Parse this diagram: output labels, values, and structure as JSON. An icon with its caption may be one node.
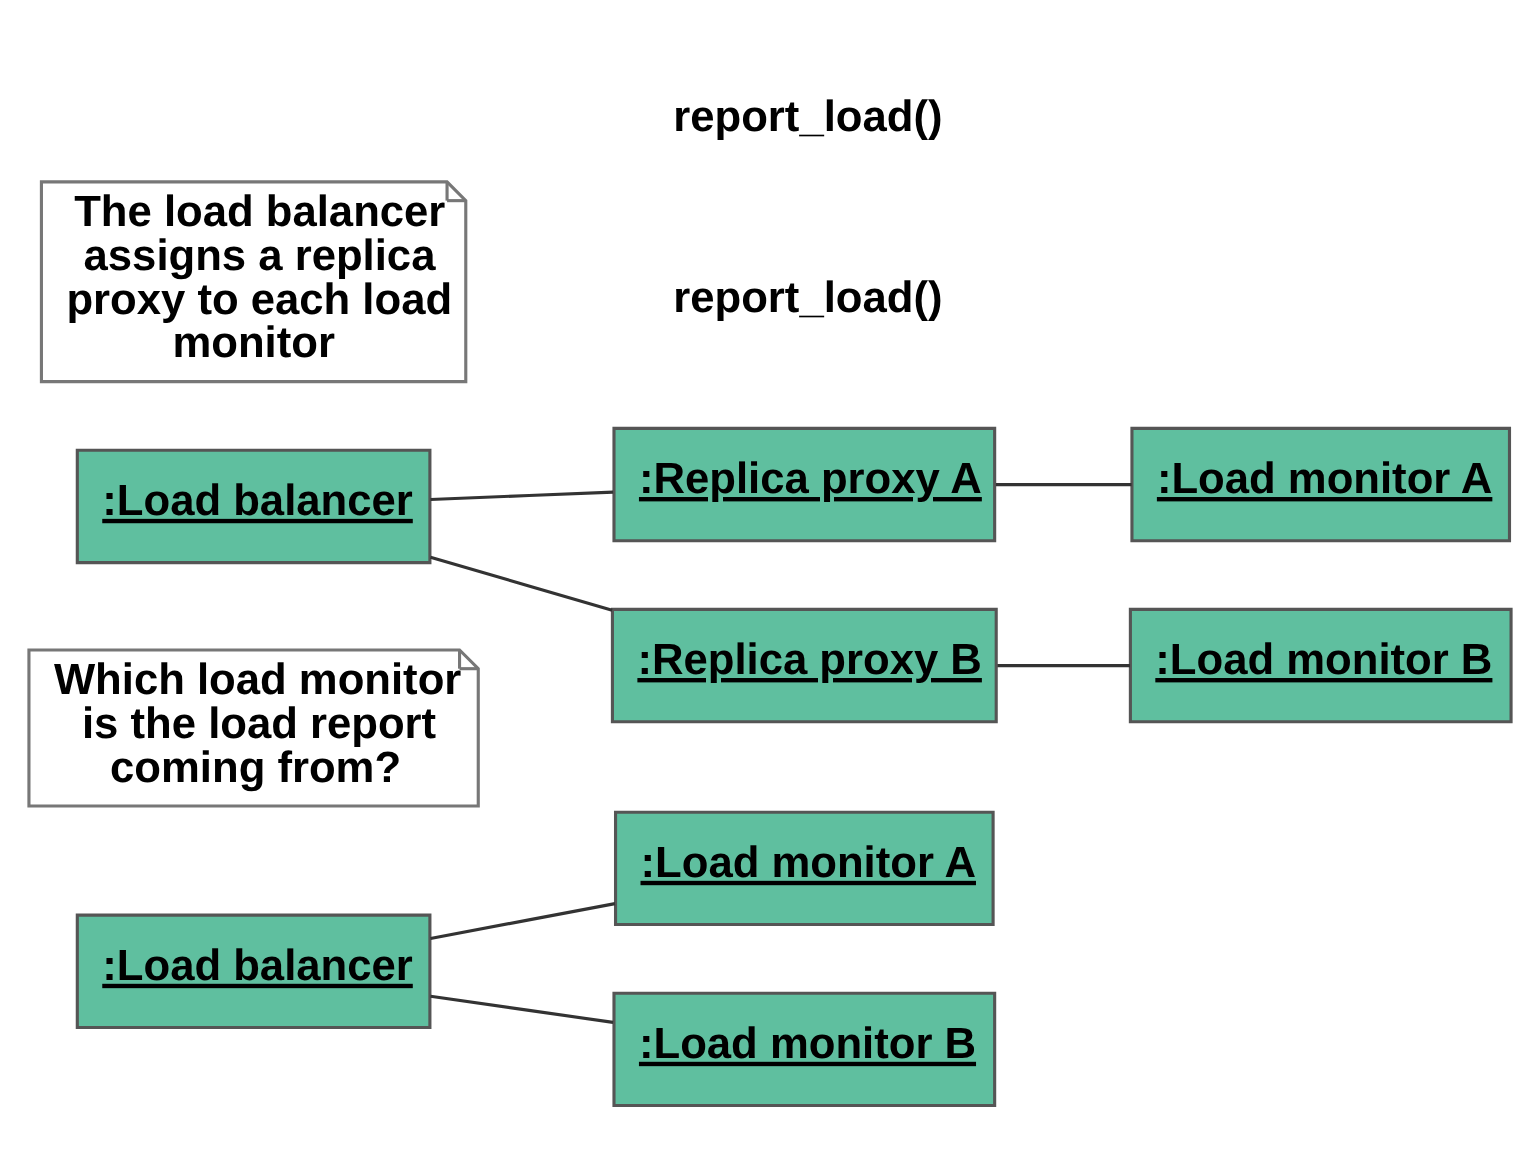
{
  "diagram": {
    "nodes": [
      {
        "text": [
          ":Load balancer"
        ]
      },
      {
        "text": [
          ":Load monitor A"
        ]
      },
      {
        "text": [
          ":Load monitor B"
        ]
      },
      {
        "text": [
          "Which load monitor is the load report coming from?"
        ]
      },
      {
        "text": [
          ":Load balancer"
        ]
      },
      {
        "text": [
          ":Replica proxy A"
        ]
      },
      {
        "text": [
          ":Load monitor A"
        ]
      },
      {
        "text": [
          ":Replica proxy B"
        ]
      },
      {
        "text": [
          ":Load monitor B"
        ]
      },
      {
        "text": [
          "The load balancer assigns a replica proxy to each load monitor"
        ]
      }
    ],
    "edges": [
      {
        "from": 0,
        "to": 1,
        "arrow": "none"
      },
      {
        "from": 0,
        "to": 2,
        "arrow": "none"
      },
      {
        "from": 4,
        "to": 5,
        "arrow": "none"
      },
      {
        "from": 4,
        "to": 7,
        "arrow": "none"
      },
      {
        "from": 5,
        "to": 6,
        "arrow": "none"
      },
      {
        "from": 7,
        "to": 8,
        "arrow": "none"
      }
    ],
    "labels": [
      "report_load()",
      "report_load()"
    ]
  }
}
